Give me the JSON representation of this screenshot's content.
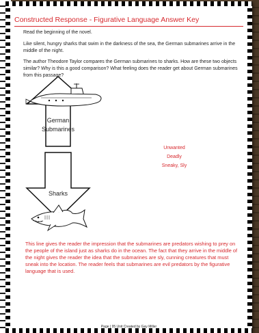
{
  "title": "Constructed Response - Figurative Language Answer Key",
  "instruction": "Read the beginning of the novel.",
  "quote": "Like silent, hungry sharks that swim in the darkness of the sea, the German submarines arrive in the middle of the night.",
  "question": "The author Theodore Taylor compares the German submarines to sharks. How are these two objects similar? Why is this a good comparison? What feeling does the reader get about German submarines from this passage?",
  "diagram": {
    "top_label_line1": "German",
    "top_label_line2": "Submarines",
    "bottom_label": "Sharks"
  },
  "answers": [
    "Unwanted",
    "Deadly",
    "Sneaky, Sly"
  ],
  "explanation": "This line gives the reader the impression that the submarines are predators wishing to prey on the people of the island just as sharks do in the ocean. The fact that they arrive in the middle of the night gives the reader the idea that the submarines are sly, cunning creatures that must sneak into the location. The reader feels that submarines are evil predators by the figurative language that is used.",
  "footer": "Page | 95 Unit Created by Gay Miller",
  "colors": {
    "accent": "#d7282d",
    "text": "#222222"
  }
}
